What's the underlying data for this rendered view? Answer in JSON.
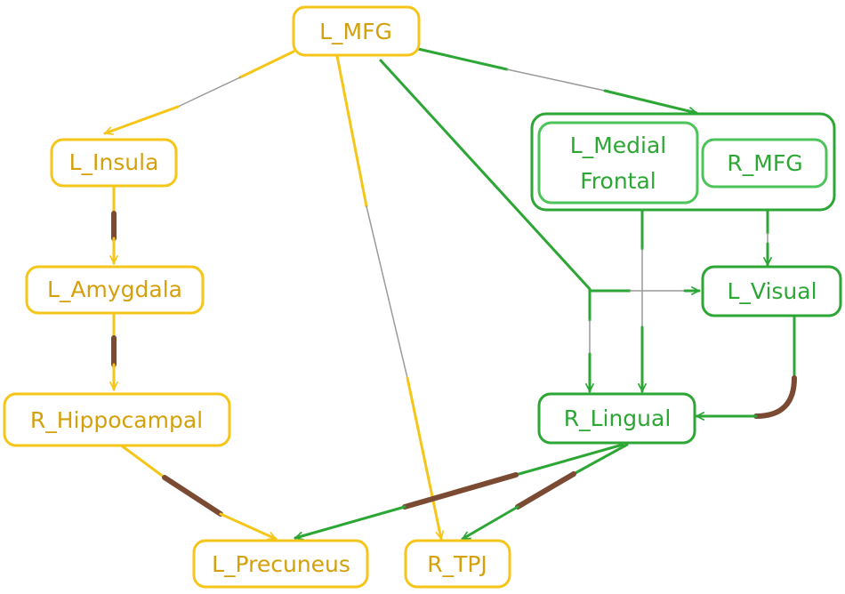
{
  "colors": {
    "yellow": "#f5c518",
    "yellow_text": "#d4a00c",
    "green": "#2ca635",
    "green_light": "#4cc45a",
    "brown": "#7b4a33",
    "gray": "#9a9a9a",
    "box_fill": "#ffffff"
  },
  "nodes": {
    "l_mfg": "L_MFG",
    "l_insula": "L_Insula",
    "l_amygdala": "L_Amygdala",
    "r_hippocampal": "R_Hippocampal",
    "l_precuneus": "L_Precuneus",
    "r_tpj": "R_TPJ",
    "l_medial_frontal_1": "L_Medial",
    "l_medial_frontal_2": "Frontal",
    "r_mfg": "R_MFG",
    "l_visual": "L_Visual",
    "r_lingual": "R_Lingual"
  }
}
